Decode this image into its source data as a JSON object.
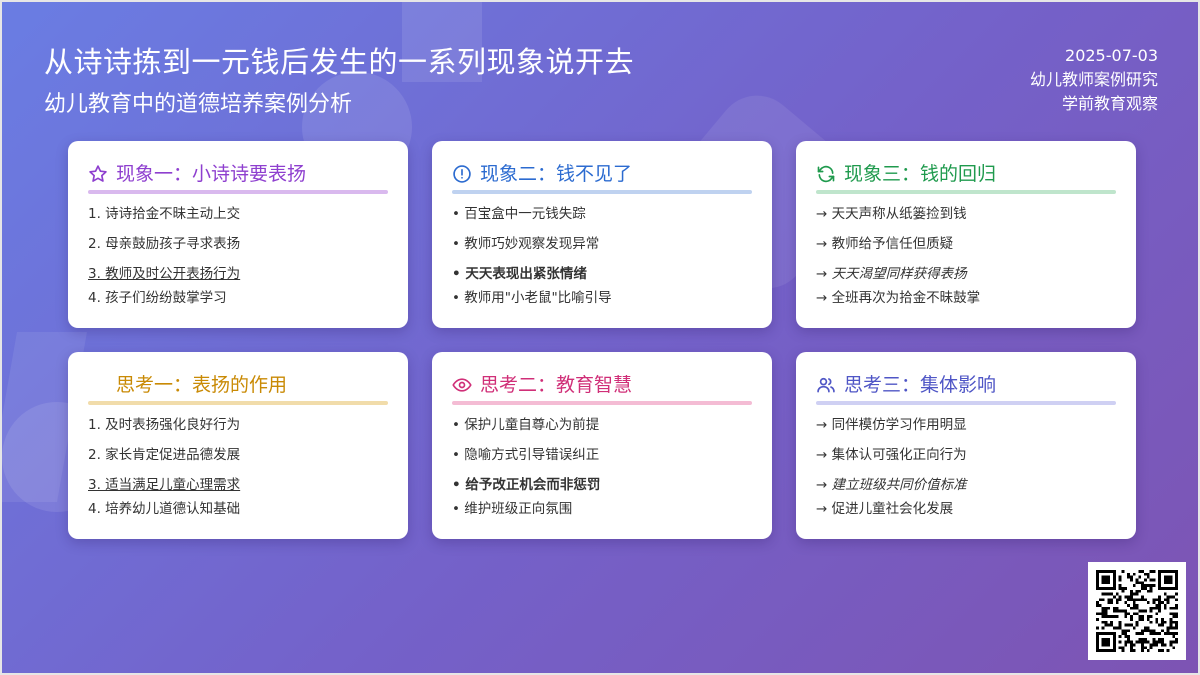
{
  "header": {
    "title": "从诗诗拣到一元钱后发生的一系列现象说开去",
    "subtitle": "幼儿教育中的道德培养案例分析",
    "date": "2025-07-03",
    "meta_line_1": "幼儿教师案例研究",
    "meta_line_2": "学前教育观察"
  },
  "colors": {
    "background_start": "#6a7de3",
    "background_end": "#7d54b3",
    "purple": "#8e3fcf",
    "blue": "#2c6bd0",
    "green": "#1f9a4d",
    "amber": "#c98a05",
    "pink": "#d02f78",
    "indigo": "#4f56c6",
    "red": "#e03b3b"
  },
  "cards": [
    {
      "icon": "star-icon",
      "title": "现象一：小诗诗要表扬",
      "items": [
        "1. 诗诗拾金不昧主动上交",
        "2. 母亲鼓励孩子寻求表扬",
        "3. 教师及时公开表扬行为",
        "4. 孩子们纷纷鼓掌学习"
      ]
    },
    {
      "icon": "alert-circle-icon",
      "title": "现象二：钱不见了",
      "items": [
        "• 百宝盒中一元钱失踪",
        "• 教师巧妙观察发现异常",
        "• 天天表现出紧张情绪",
        "• 教师用\"小老鼠\"比喻引导"
      ]
    },
    {
      "icon": "refresh-icon",
      "title": "现象三：钱的回归",
      "items": [
        "→ 天天声称从纸篓捡到钱",
        "→ 教师给予信任但质疑",
        "→ 天天渴望同样获得表扬",
        "→ 全班再次为拾金不昧鼓掌"
      ]
    },
    {
      "icon": "lightbulb-icon",
      "title": "思考一：表扬的作用",
      "items": [
        "1. 及时表扬强化良好行为",
        "2. 家长肯定促进品德发展",
        "3. 适当满足儿童心理需求",
        "4. 培养幼儿道德认知基础"
      ]
    },
    {
      "icon": "eye-icon",
      "title": "思考二：教育智慧",
      "items": [
        "• 保护儿童自尊心为前提",
        "• 隐喻方式引导错误纠正",
        "• 给予改正机会而非惩罚",
        "• 维护班级正向氛围"
      ]
    },
    {
      "icon": "users-icon",
      "title": "思考三：集体影响",
      "items": [
        "→ 同伴模仿学习作用明显",
        "→ 集体认可强化正向行为",
        "→ 建立班级共同价值标准",
        "→ 促进儿童社会化发展"
      ]
    }
  ],
  "qr": {
    "icon": "qr-code-icon"
  }
}
